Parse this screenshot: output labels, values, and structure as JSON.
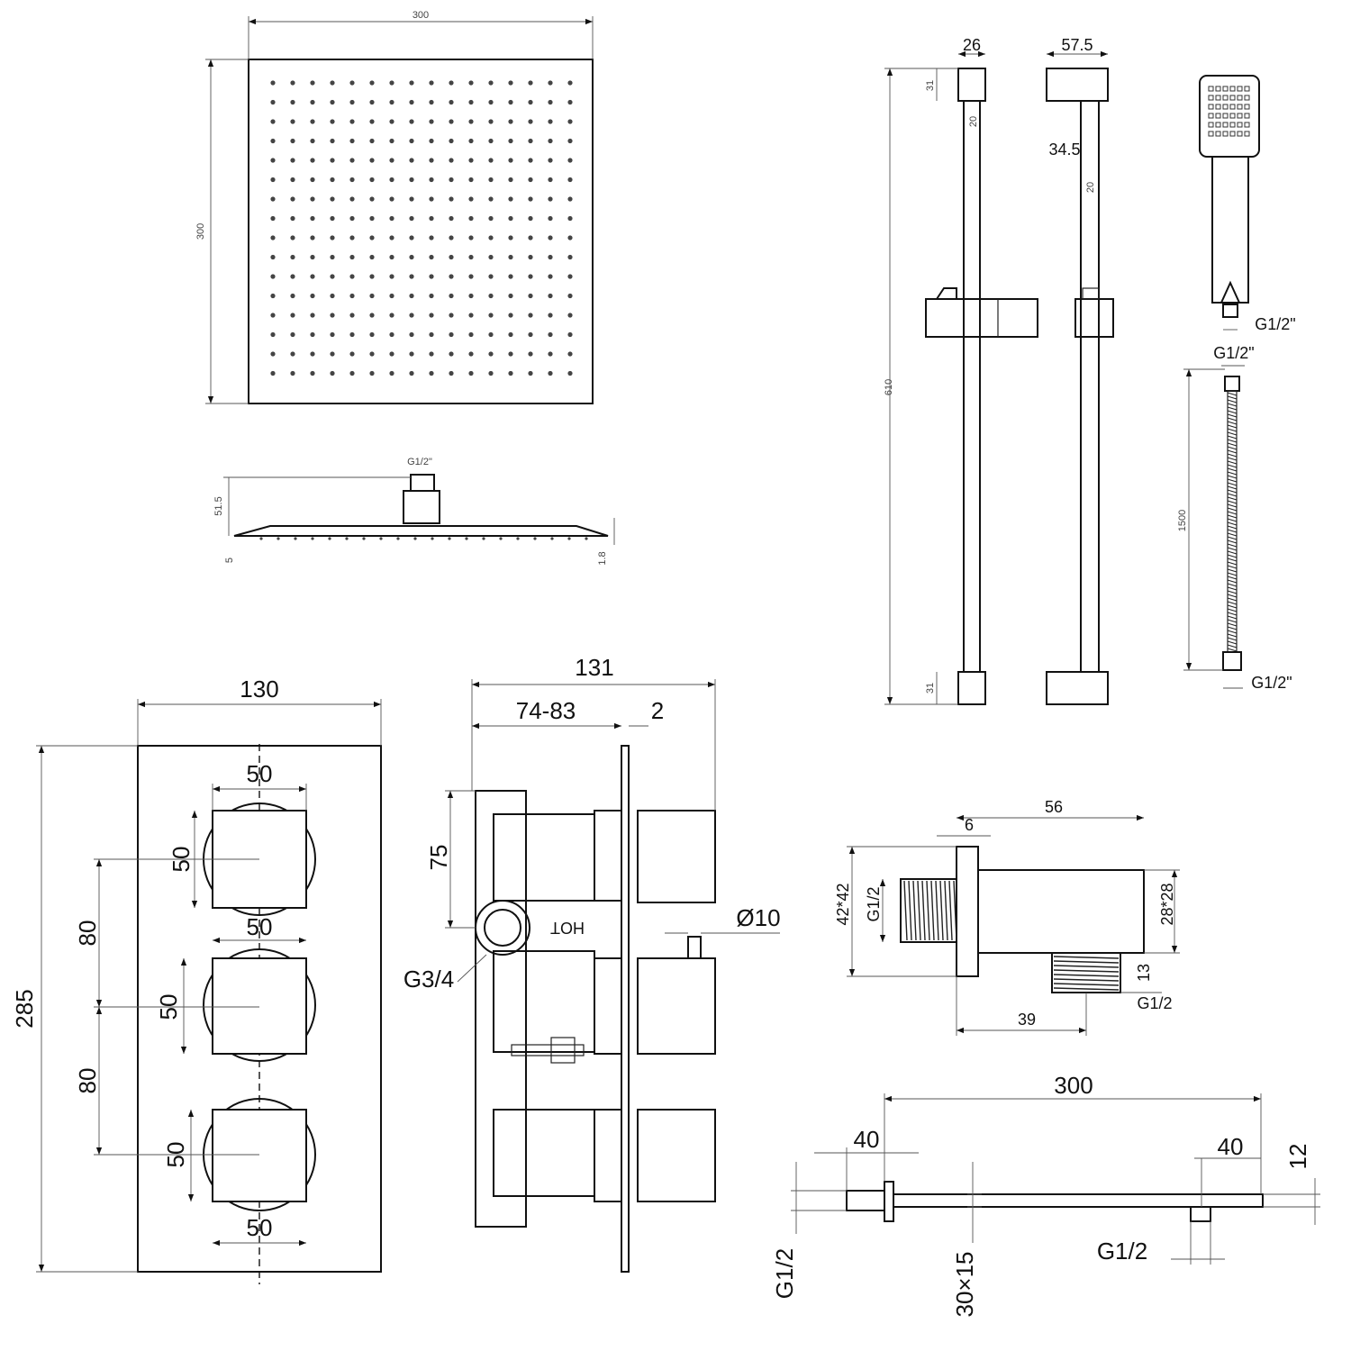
{
  "head": {
    "width": "300",
    "height": "300",
    "connector": "G1/2\"",
    "h": "51.5",
    "rim": "5",
    "edge": "1.8"
  },
  "rail": {
    "width": "26",
    "top": "31",
    "rod": "20",
    "length": "610",
    "bottom": "31",
    "depth": "57.5",
    "offset": "34.5",
    "rod2": "20"
  },
  "handset": {
    "conn": "G1/2\""
  },
  "hose": {
    "conn_top": "G1/2\"",
    "length": "1500",
    "conn_bottom": "G1/2\""
  },
  "valve": {
    "width": "130",
    "height": "285",
    "k1": "50",
    "k1v": "50",
    "k2": "50",
    "k2v": "50",
    "k3v": "50",
    "k3": "50",
    "gap1": "80",
    "gap2": "80"
  },
  "valve_side": {
    "depth": "131",
    "range": "74-83",
    "plate": "2",
    "inlet_h": "75",
    "pin": "Ø10",
    "thread": "G3/4",
    "label": "HOT"
  },
  "outlet": {
    "length": "56",
    "flange": "6",
    "size": "42*42",
    "thread": "G1/2",
    "body": "28*28",
    "outlet_h": "13",
    "outlet_pos": "39",
    "outlet_thread": "G1/2"
  },
  "arm": {
    "length": "300",
    "flange": "40",
    "end": "40",
    "thick": "12",
    "thread_wall": "G1/2",
    "section": "30×15",
    "thread_head": "G1/2"
  }
}
